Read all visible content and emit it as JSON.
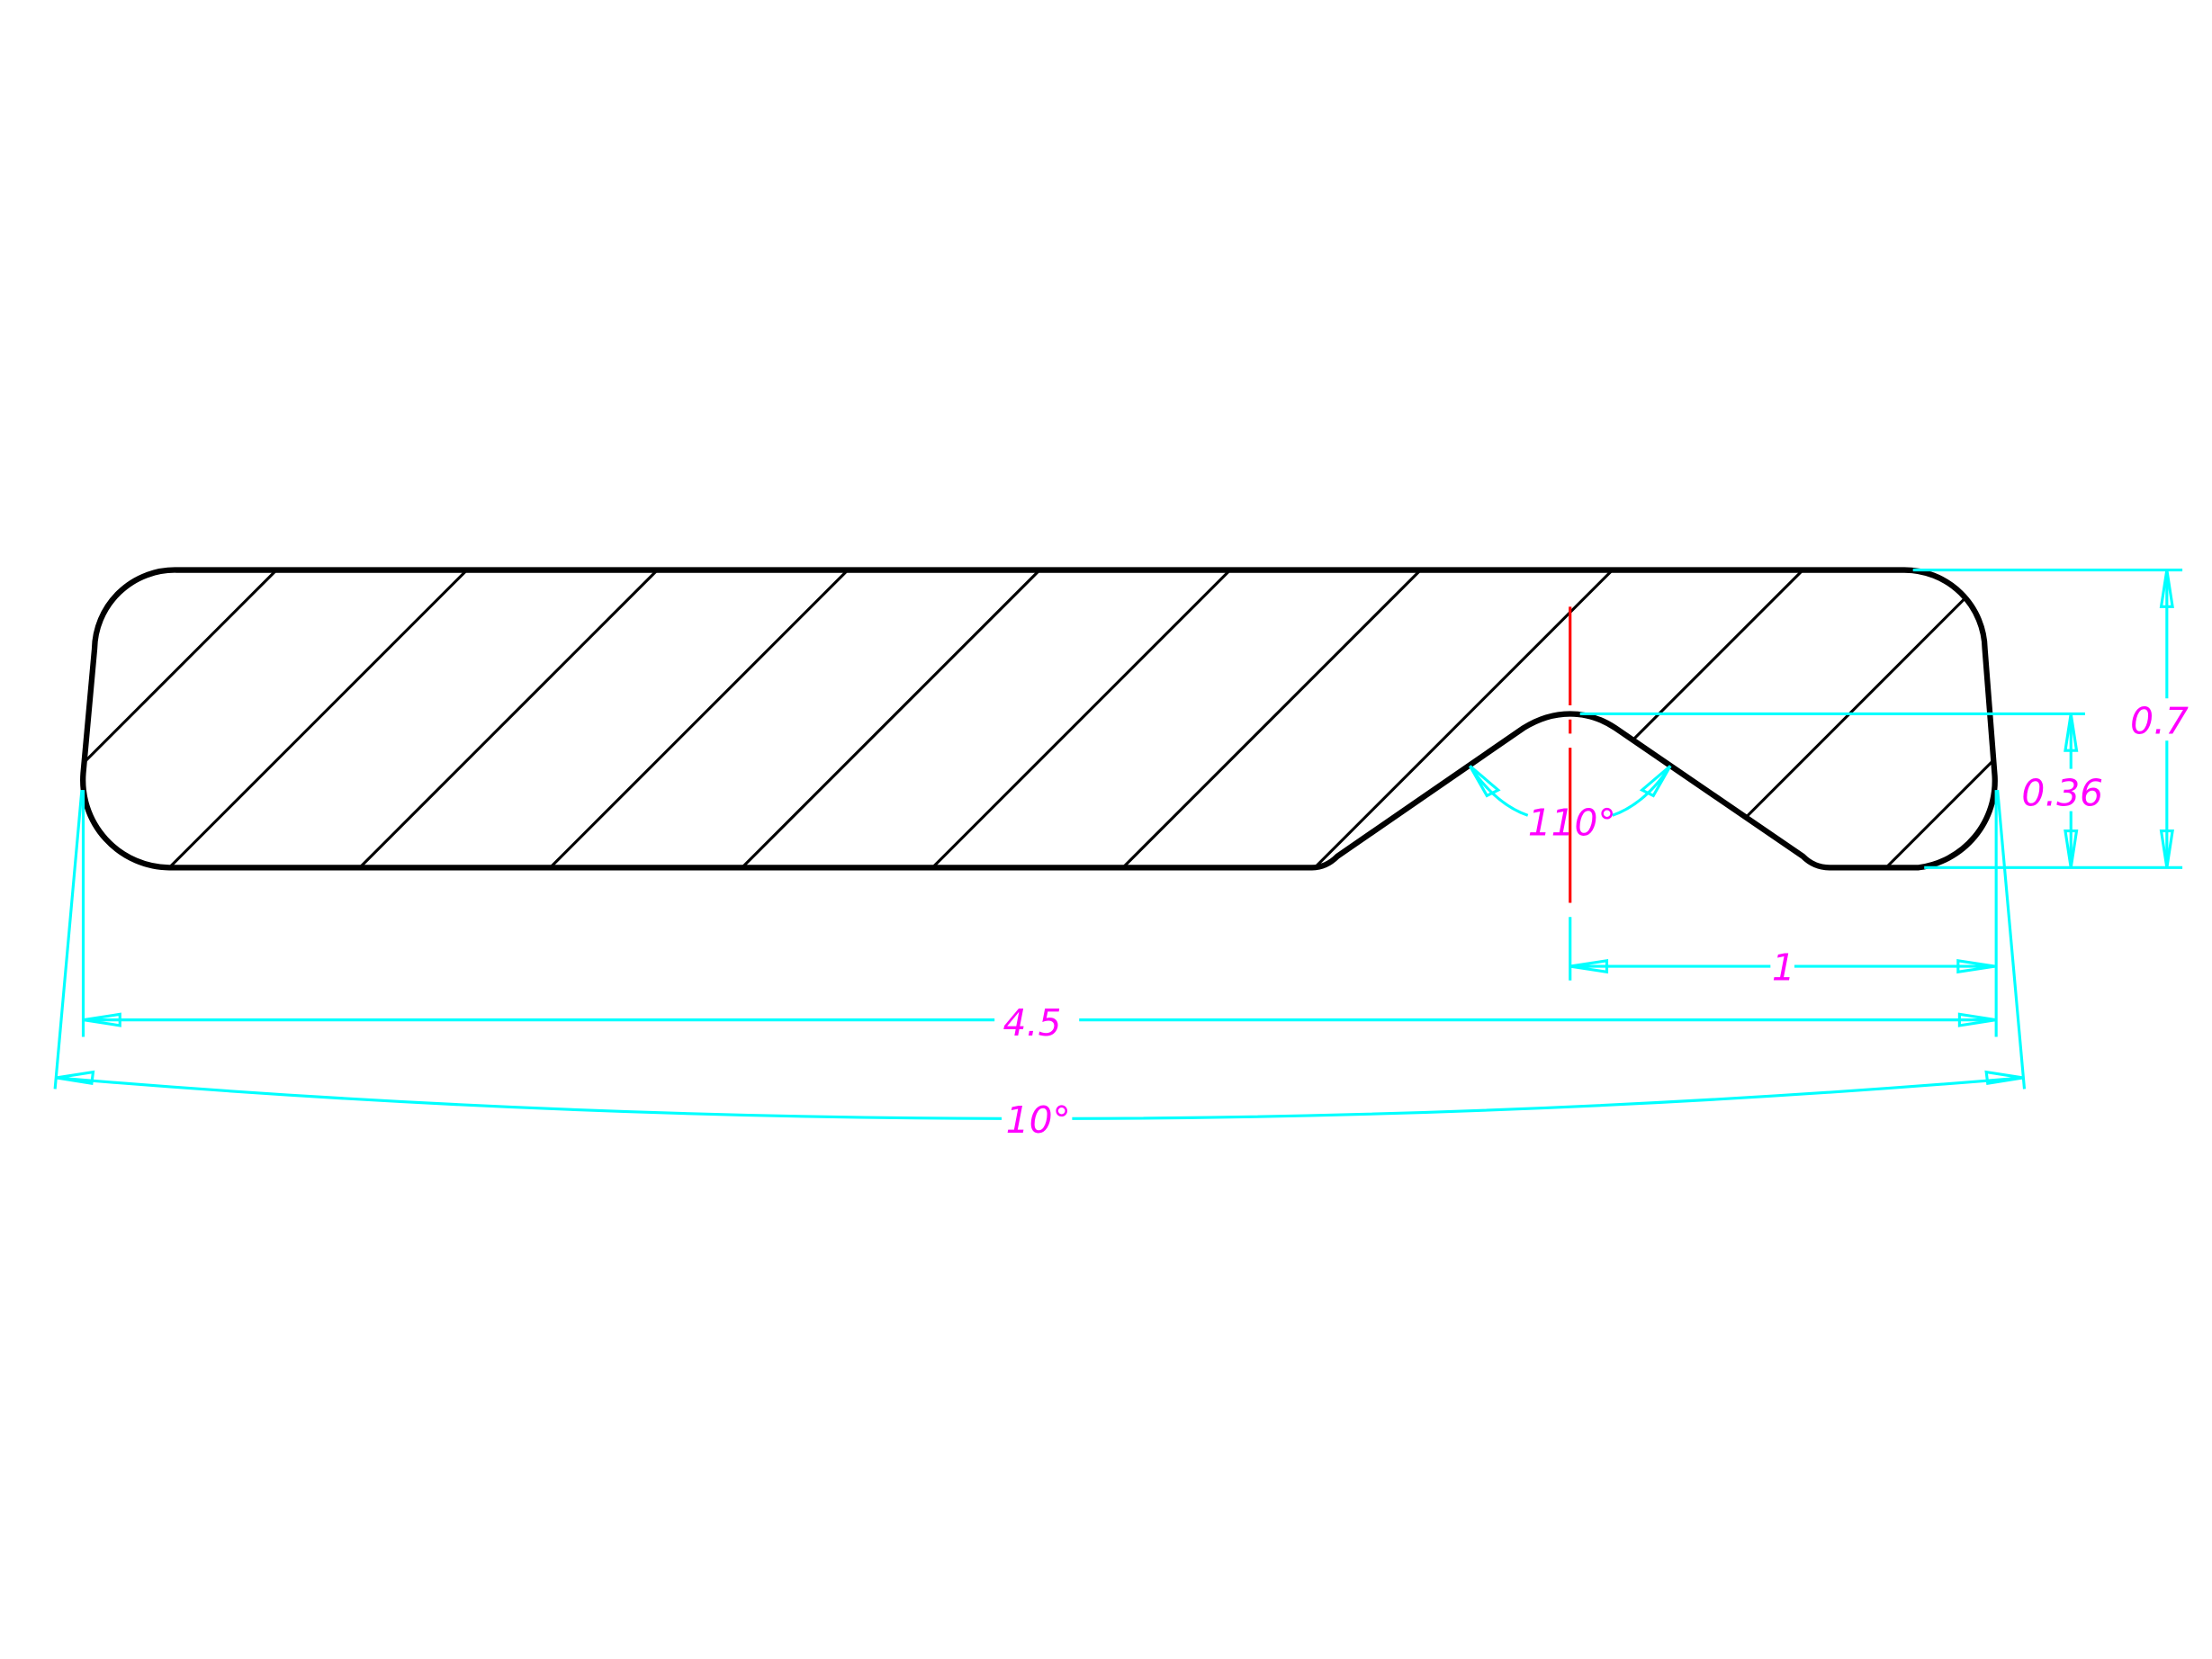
{
  "drawing": {
    "colors": {
      "outline": "#000000",
      "dimension": "#00ffff",
      "dimension_text": "#ff00ff",
      "centerline": "#ff0000",
      "background": "#ffffff"
    },
    "dimensions": {
      "total_height": "0.7",
      "groove_depth": "0.36",
      "groove_angle": "110°",
      "groove_offset": "1",
      "width": "4.5",
      "taper_angle": "10°"
    }
  }
}
